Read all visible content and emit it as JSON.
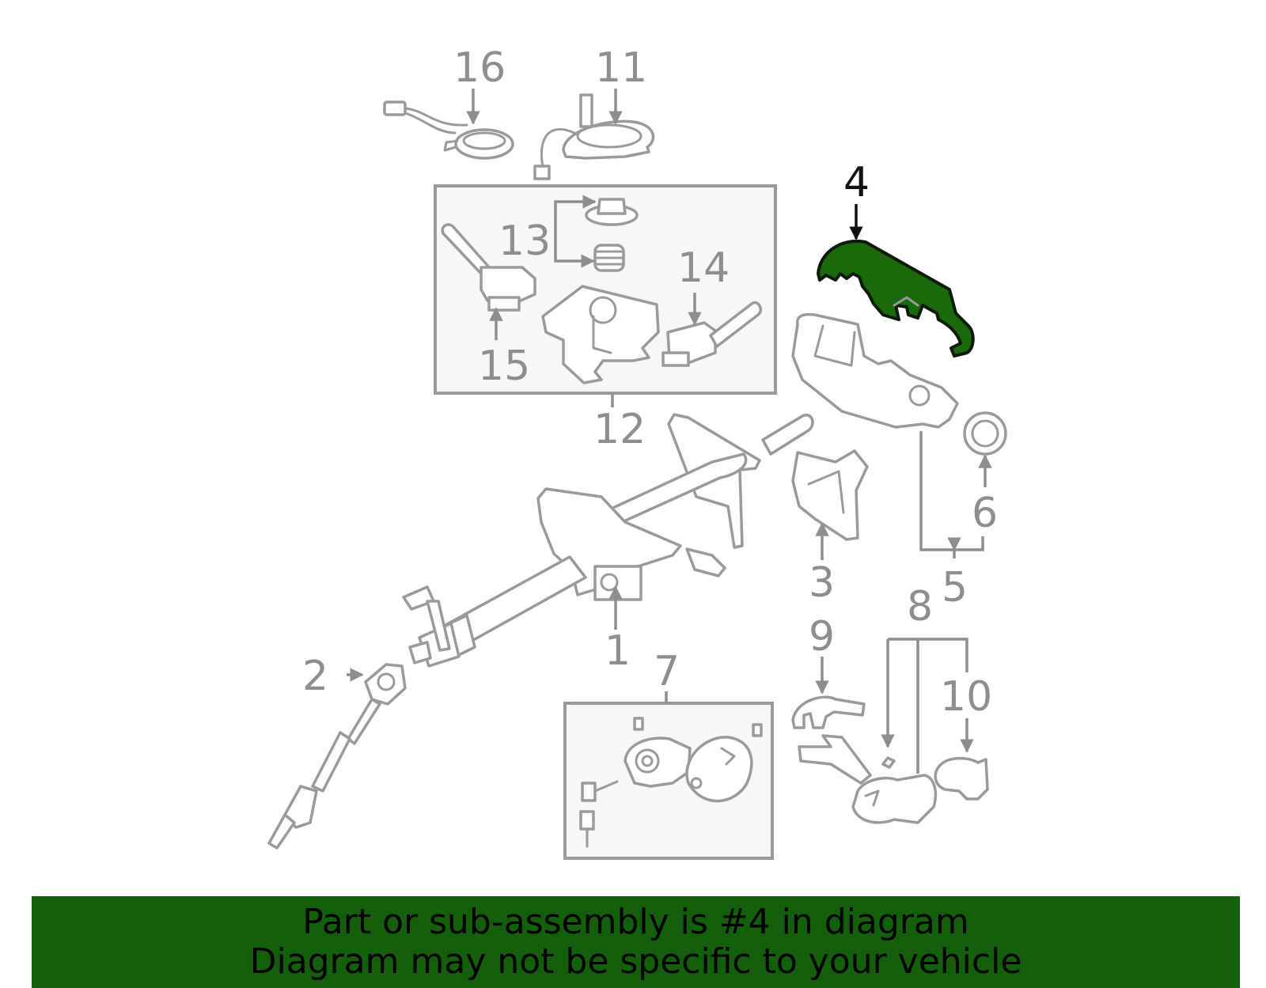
{
  "colors": {
    "highlight_fill": "#1a6a0c",
    "banner_background": "#145f0b",
    "part_stroke": "#9a9a9a",
    "callout_text": "#8e8e8e",
    "highlight_callout": "#111111"
  },
  "callouts": {
    "c1": "1",
    "c2": "2",
    "c3": "3",
    "c4": "4",
    "c5": "5",
    "c6": "6",
    "c7": "7",
    "c8": "8",
    "c9": "9",
    "c10": "10",
    "c11": "11",
    "c12": "12",
    "c13": "13",
    "c14": "14",
    "c15": "15",
    "c16": "16"
  },
  "highlighted_part": "4",
  "banner": {
    "line1": "Part or sub-assembly is #4 in diagram",
    "line2": "Diagram may not be specific to your vehicle"
  }
}
